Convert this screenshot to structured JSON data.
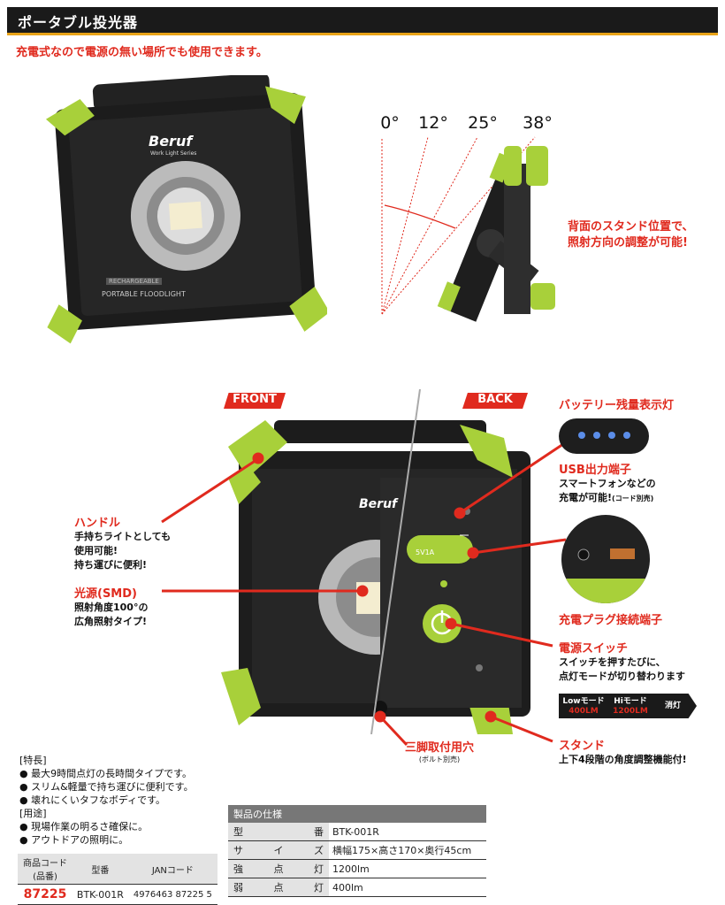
{
  "header": {
    "title": "ポータブル投光器",
    "subtitle": "充電式なので電源の無い場所でも使用できます。"
  },
  "product": {
    "brand": "Beruf",
    "series": "Work Light Series",
    "badge": "RECHARGEABLE",
    "name": "PORTABLE FLOODLIGHT"
  },
  "angles": [
    "0°",
    "12°",
    "25°",
    "38°"
  ],
  "stand_note": [
    "背面のスタンド位置で、",
    "照射方向の調整が可能!"
  ],
  "tags": {
    "front": "FRONT",
    "back": "BACK"
  },
  "callouts": {
    "handle": {
      "title": "ハンドル",
      "lines": [
        "手持ちライトとしても",
        "使用可能!",
        "持ち運びに便利!"
      ]
    },
    "light": {
      "title": "光源(SMD)",
      "lines": [
        "照射角度100°の",
        "広角照射タイプ!"
      ]
    },
    "battery": {
      "title": "バッテリー残量表示灯"
    },
    "usb": {
      "title": "USB出力端子",
      "lines": [
        "スマートフォンなどの",
        "充電が可能!"
      ],
      "note": "(コード別売)"
    },
    "plug": {
      "title": "充電プラグ接続端子"
    },
    "power": {
      "title": "電源スイッチ",
      "lines": [
        "スイッチを押すたびに、",
        "点灯モードが切り替わります"
      ]
    },
    "tripod": {
      "title": "三脚取付用穴",
      "note": "(ボルト別売)"
    },
    "stand": {
      "title": "スタンド",
      "lines": [
        "上下4段階の角度調整機能付!"
      ]
    }
  },
  "usb_port_label": "5V1A",
  "modes": [
    {
      "label": "Lowモード",
      "value": "400LM"
    },
    {
      "label": "Hiモード",
      "value": "1200LM"
    },
    {
      "label": "消灯",
      "value": ""
    }
  ],
  "features": {
    "heading": "[特長]",
    "items": [
      "最大9時間点灯の長時間タイプです。",
      "スリム&軽量で持ち運びに便利です。",
      "壊れにくいタフなボディです。"
    ],
    "use_heading": "[用途]",
    "uses": [
      "現場作業の明るさ確保に。",
      "アウトドアの照明に。"
    ]
  },
  "code_table": {
    "headers": [
      "商品コード(品番)",
      "型番",
      "JANコード"
    ],
    "row": [
      "87225",
      "BTK-001R",
      "4976463 87225 5"
    ]
  },
  "spec_table": {
    "title": "製品の仕様",
    "rows": [
      {
        "key": [
          "型",
          "番"
        ],
        "value": "BTK-001R"
      },
      {
        "key": [
          "サ",
          "イ",
          "ズ"
        ],
        "value": "横幅175×高さ170×奥行45cm"
      },
      {
        "key": [
          "強",
          "点",
          "灯"
        ],
        "value": "1200lm"
      },
      {
        "key": [
          "弱",
          "点",
          "灯"
        ],
        "value": "400lm"
      }
    ]
  },
  "colors": {
    "accent": "#e02a1e",
    "lime": "#a8d03a",
    "header": "#1a1a1a",
    "stripe": "#e8a317"
  }
}
